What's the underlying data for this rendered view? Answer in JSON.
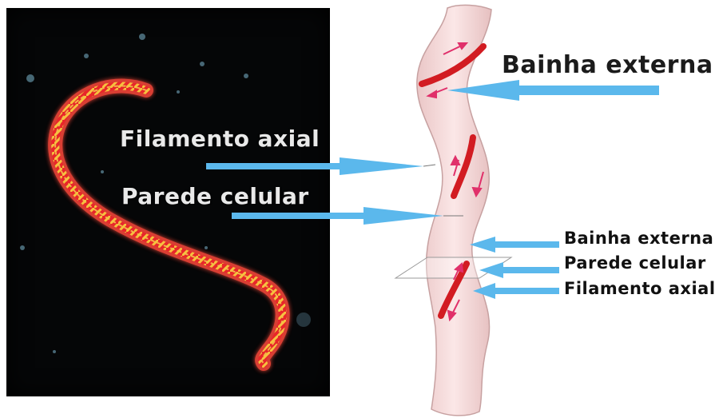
{
  "labels": {
    "top_outer_sheath": "Bainha externa",
    "axial_filament": "Filamento axial",
    "cell_wall": "Parede celular",
    "legend_outer_sheath": "Bainha externa",
    "legend_cell_wall": "Parede celular",
    "legend_axial_filament": "Filamento axial"
  },
  "colors": {
    "arrow": "#5bb8ec",
    "body_fill": "#f7dcdc",
    "body_outline": "#c9a7a7",
    "filament": "#d21c22",
    "photo_bg": "#050607",
    "spirochete_glow": "#ff3a2a",
    "spirochete_core": "#f2b83a"
  }
}
